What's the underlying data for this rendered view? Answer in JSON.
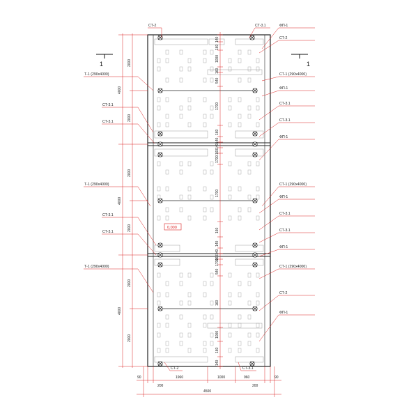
{
  "drawing": {
    "section_mark_left": "1",
    "section_mark_right": "1",
    "elevation_mark": "0,000"
  },
  "labels_top": {
    "st2_top": "СТ-2",
    "st31_top": "СТ-3.1"
  },
  "labels_right": [
    "ФП-1",
    "СТ-2",
    "СТ-1 (290х4000)",
    "ФП-1",
    "СТ-3.1",
    "СТ-3.1",
    "ФП-1",
    "СТ-1 (290х4000)",
    "ФП-1",
    "СТ-3.1",
    "СТ-3.1",
    "ФП-1",
    "СТ-1 (290х4000)",
    "СТ-2",
    "ФП-1"
  ],
  "labels_left": [
    "Т-1 (290х4000)",
    "СТ-3.1",
    "СТ-3.1",
    "Т-1 (290х4000)",
    "СТ-3.1",
    "СТ-3.1",
    "Т-1 (290х4000)"
  ],
  "labels_bottom": {
    "st2_bottom": "СТ-2",
    "st31_bottom": "СТ-3.1"
  },
  "dims_bottom": [
    "90",
    "200",
    "1960",
    "1000",
    "960",
    "200",
    "90"
  ],
  "dim_total": "4500",
  "dims_left_outer": [
    "4000",
    "4000",
    "4000"
  ],
  "dims_left_inner": [
    "2000",
    "2000",
    "2000",
    "2000",
    "2000",
    "2000"
  ],
  "dims_center": [
    "140",
    "160",
    "1000",
    "160",
    "540",
    "1700",
    "160",
    "140",
    "140",
    "160",
    "1700",
    "1700",
    "160",
    "140",
    "140",
    "160",
    "1700",
    "540",
    "160",
    "1000",
    "160",
    "140"
  ],
  "colors": {
    "red": "#dd2222",
    "line": "#222222"
  }
}
